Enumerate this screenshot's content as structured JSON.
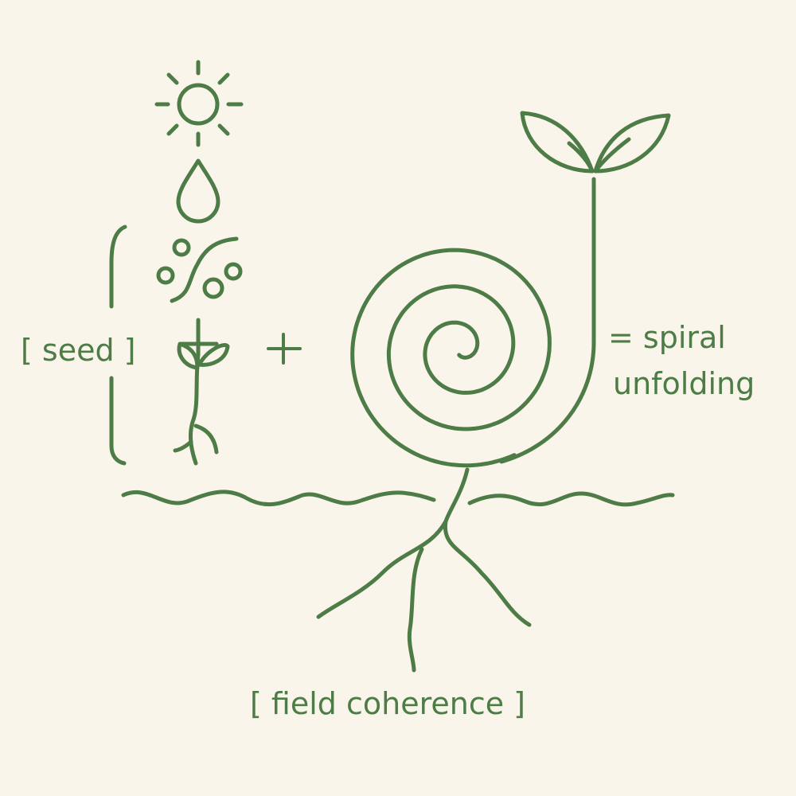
{
  "labels": {
    "seed": "[ seed ]",
    "equals_line1": "= spiral",
    "equals_line2": "unfolding",
    "field": "[ field coherence ]"
  },
  "icons": [
    "sun-icon",
    "water-drop-icon",
    "soil-icon",
    "plus-icon",
    "sprout-icon",
    "plus-icon",
    "spiral-plant-icon"
  ],
  "colors": {
    "stroke": "#4d7c47",
    "background": "#faf5ea"
  }
}
